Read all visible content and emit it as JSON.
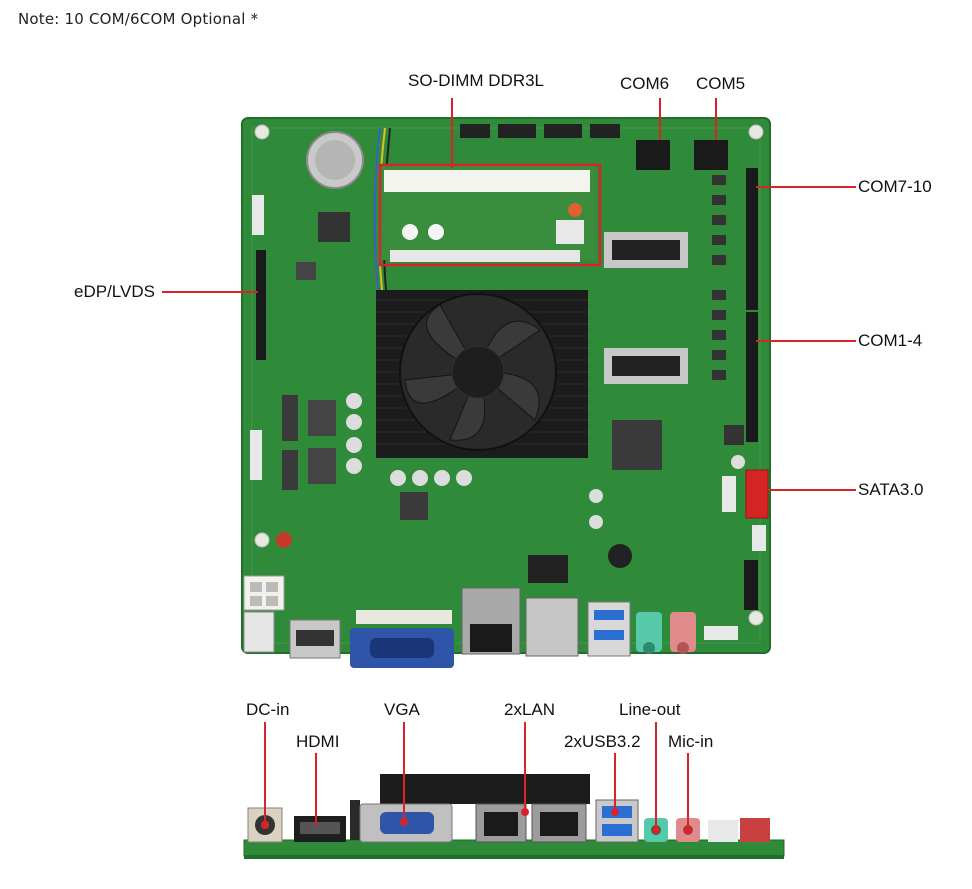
{
  "note": "Note: 10 COM/6COM Optional *",
  "labels": {
    "sodimm": "SO-DIMM DDR3L",
    "com6": "COM6",
    "com5": "COM5",
    "com7_10": "COM7-10",
    "edp_lvds": "eDP/LVDS",
    "com1_4": "COM1-4",
    "sata": "SATA3.0",
    "dc_in": "DC-in",
    "hdmi": "HDMI",
    "vga": "VGA",
    "lan": "2xLAN",
    "line_out": "Line-out",
    "usb": "2xUSB3.2",
    "mic_in": "Mic-in"
  },
  "colors": {
    "pcb": "#2f8a3a",
    "callout": "#d9232a",
    "heatsink": "#1c1c1c",
    "vga_blue": "#2f55a8",
    "usb_blue": "#2a6fd1",
    "line_out": "#56c9a8",
    "mic_in": "#e08a8a"
  }
}
